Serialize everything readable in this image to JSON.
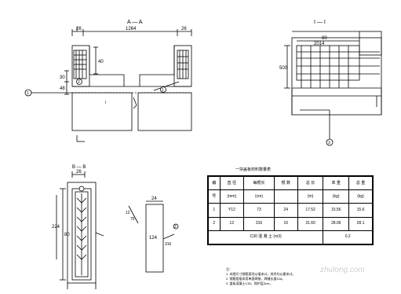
{
  "views": {
    "section_a_title": "A — A",
    "section_b_title": "I — I",
    "detail_title": "B — B",
    "dims": {
      "top_left": "26",
      "top_mid": "1264",
      "top_right": "26",
      "left_vert_a": "40",
      "left_vert_b": "30",
      "left_vert_c": "48",
      "section_b_width": "80",
      "section_b_inner": "2014",
      "section_b_height": "500",
      "detail_width": "26",
      "detail_height": "80",
      "detail_len": "224",
      "bar_width": "24",
      "bar_len": "124",
      "bar_callout": "(2)",
      "bar_label": "316",
      "detail_side": "75",
      "detail_side2": "12",
      "cut_mark": "I"
    },
    "callouts": {
      "c1": "1",
      "c2": "2",
      "c3": "3"
    }
  },
  "table": {
    "caption": "一块盖板材料数量表",
    "header_row1": [
      "编",
      "直 径",
      "每根长",
      "根 数",
      "总 长",
      "单 重",
      "总 重"
    ],
    "header_row2": [
      "号",
      "(mm)",
      "(cm)",
      "",
      "(m)",
      "(kg)",
      "(kg)"
    ],
    "rows": [
      [
        "1",
        "Y12",
        "73",
        "24",
        "17.52",
        "15.56",
        "15.6"
      ],
      [
        "2",
        "12",
        "316",
        "10",
        "31.60",
        "28.06",
        "28.1"
      ]
    ],
    "footer_label": "C30 混 凝 土 (m3)",
    "footer_value": "0.2"
  },
  "notes": {
    "heading": "注：",
    "items": [
      "1. 本图尺寸钢筋直径以毫米计，其余均以厘米计。",
      "2. 钢筋搭接采用单面焊接，焊缝长度10d。",
      "3. 盖板混凝土C30，保护层3cm。"
    ]
  },
  "watermark": "zhulong.com"
}
